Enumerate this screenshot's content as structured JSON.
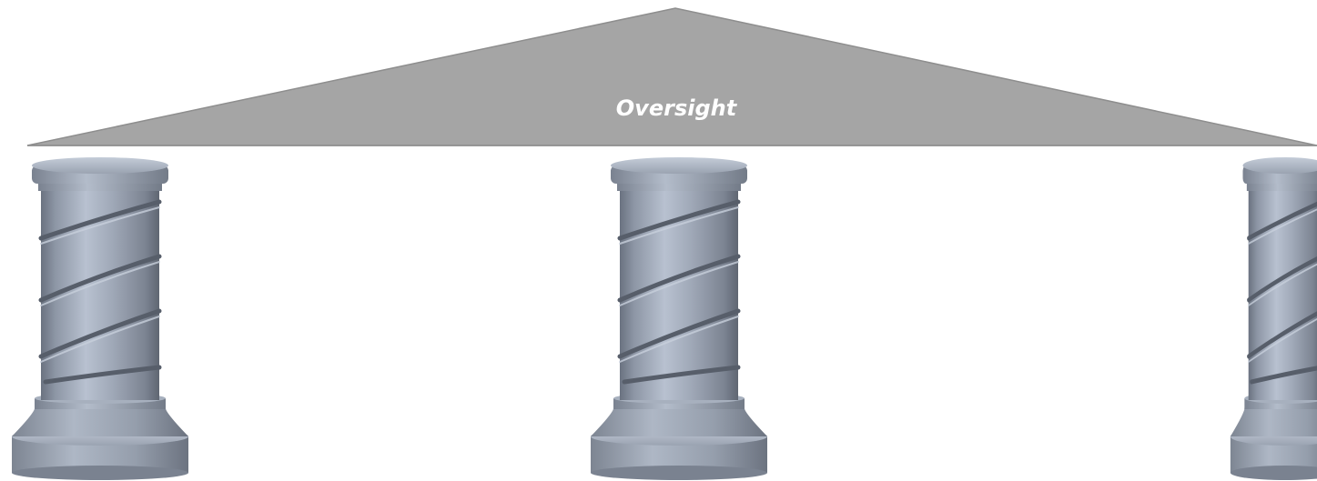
{
  "diagram": {
    "roof": {
      "label": "Oversight",
      "fill_color": "#a5a5a5",
      "edge_color": "#8e8e8e",
      "label_color": "#ffffff"
    },
    "pillars": [
      {
        "name": "pillar-left"
      },
      {
        "name": "pillar-center"
      },
      {
        "name": "pillar-right"
      }
    ],
    "colors": {
      "pillar_light": "#b7c0cf",
      "pillar_mid": "#939cab",
      "pillar_dark": "#5d6470",
      "background": "#ffffff"
    }
  }
}
